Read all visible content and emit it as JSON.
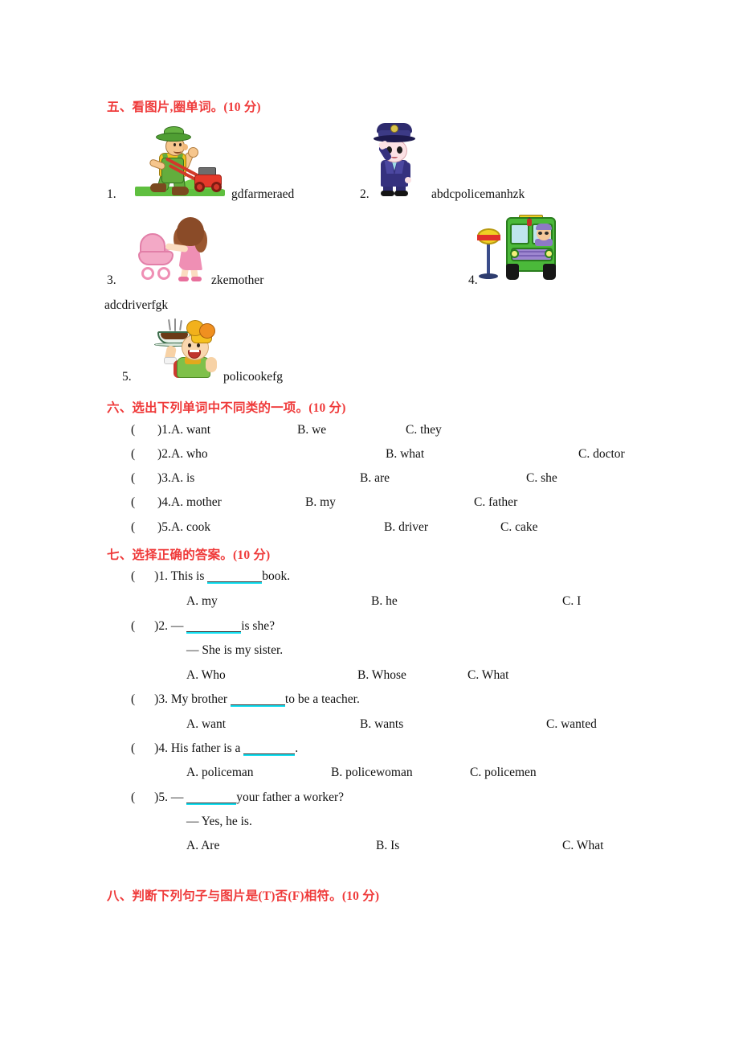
{
  "sections": {
    "five": {
      "heading": "五、看图片,圈单词。",
      "points": "(10 分)",
      "items": [
        {
          "num": "1.",
          "word_string": "gdfarmeraed",
          "picture": "farmer-mowing-lawn-image"
        },
        {
          "num": "2.",
          "word_string": "abdcpolicemanhzk",
          "picture": "policeman-saluting-image"
        },
        {
          "num": "3.",
          "word_string": "zkemother",
          "picture": "mother-pushing-pram-image"
        },
        {
          "num": "4.",
          "word_string": "adcdriverfgk",
          "picture": "bus-driver-image"
        },
        {
          "num": "5.",
          "word_string": "policookefg",
          "picture": "cook-with-soup-image"
        }
      ]
    },
    "six": {
      "heading": "六、选出下列单词中不同类的一项。",
      "points": "(10 分)",
      "questions": [
        {
          "bracket": "(",
          "close": ")",
          "num": "1.",
          "a": "A. want",
          "b": "B. we",
          "c": "C. they"
        },
        {
          "bracket": "(",
          "close": ")",
          "num": "2.",
          "a": "A. who",
          "b": "B. what",
          "c": "C. doctor"
        },
        {
          "bracket": "(",
          "close": ")",
          "num": "3.",
          "a": "A. is",
          "b": "B. are",
          "c": "C. she"
        },
        {
          "bracket": "(",
          "close": ")",
          "num": "4.",
          "a": "A. mother",
          "b": "B. my",
          "c": "C. father"
        },
        {
          "bracket": "(",
          "close": ")",
          "num": "5.",
          "a": "A. cook",
          "b": "B. driver",
          "c": "C. cake"
        }
      ]
    },
    "seven": {
      "heading": "七、选择正确的答案。",
      "points": "(10 分)",
      "questions": [
        {
          "num": "1.",
          "stem_before": "This is ",
          "stem_after": "book.",
          "answer_line": "",
          "a": "A. my",
          "b": "B. he",
          "c": "C. I"
        },
        {
          "num": "2.",
          "stem_before": "— ",
          "stem_after": "is she?",
          "answer_line": "— She is my sister.",
          "a": "A. Who",
          "b": "B. Whose",
          "c": "C. What"
        },
        {
          "num": "3.",
          "stem_before": "My brother ",
          "stem_after": "to be a teacher.",
          "answer_line": "",
          "a": "A. want",
          "b": "B. wants",
          "c": "C. wanted"
        },
        {
          "num": "4.",
          "stem_before": "His father is a ",
          "stem_after": ".",
          "answer_line": "",
          "a": "A. policeman",
          "b": "B. policewoman",
          "c": "C. policemen"
        },
        {
          "num": "5.",
          "stem_before": "— ",
          "stem_after": "your father a worker?",
          "answer_line": "— Yes, he is.",
          "a": "A. Are",
          "b": "B. Is",
          "c": "C. What"
        }
      ]
    },
    "eight": {
      "heading": "八、判断下列句子与图片是(T)否(F)相符。",
      "points": "(10 分)"
    }
  },
  "colors": {
    "heading": "#ef3a3a",
    "blank_underline": "#14e0f2",
    "text": "#111111"
  }
}
